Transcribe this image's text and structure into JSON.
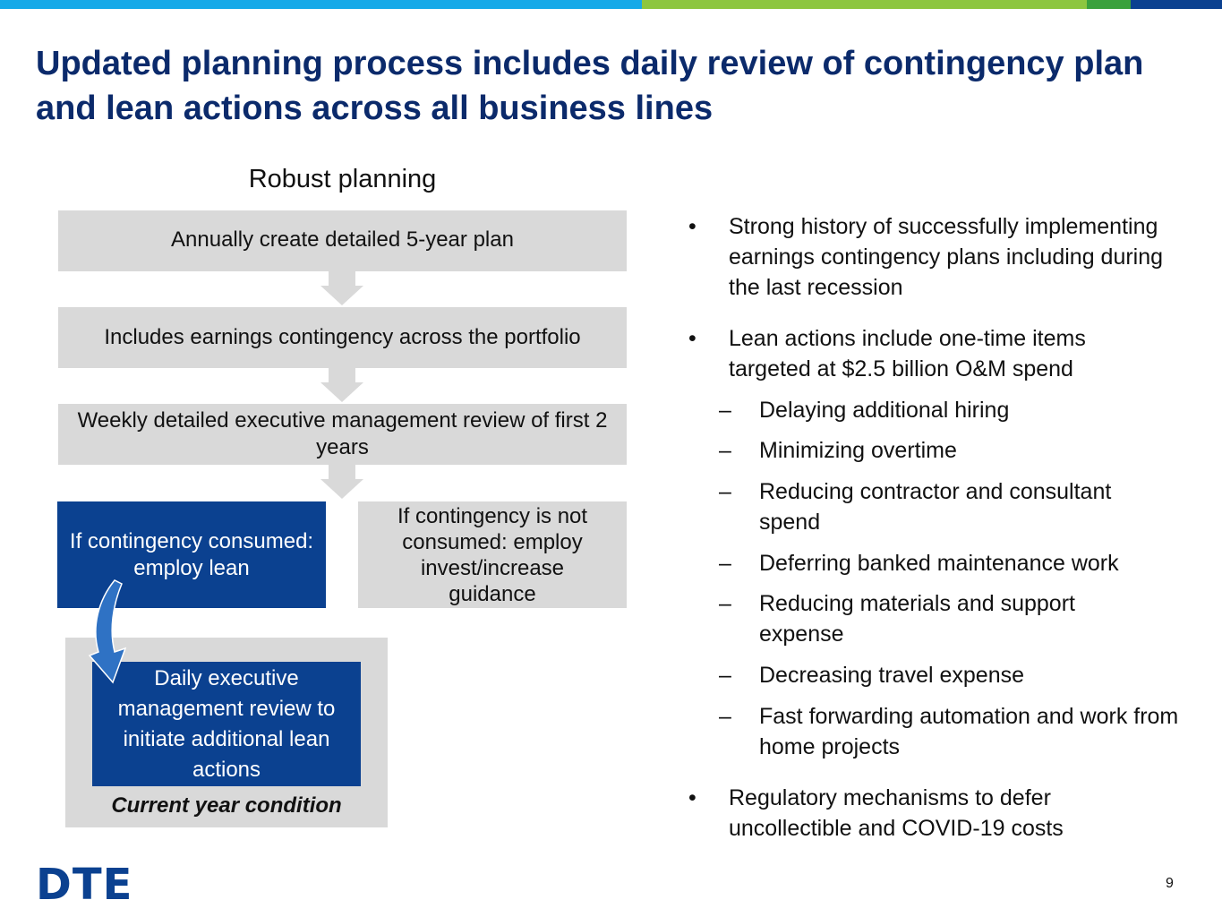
{
  "colors": {
    "bar_blue": "#16a9e8",
    "bar_green": "#8dc63f",
    "bar_dark_green": "#3aa13c",
    "bar_navy": "#0b4190",
    "box_grey": "#d9d9d9",
    "box_blue": "#0b4190"
  },
  "title": "Updated planning process includes daily review of contingency plan and lean actions across all business lines",
  "flow": {
    "heading": "Robust planning",
    "step1": "Annually create detailed 5-year plan",
    "step2": "Includes earnings contingency across the portfolio",
    "step3": "Weekly detailed executive management review of first 2 years",
    "branch_consumed": "If contingency consumed: employ lean",
    "branch_not_consumed": "If contingency is not consumed: employ invest/increase guidance",
    "daily_review": "Daily executive management review to initiate additional lean actions",
    "condition_label": "Current year condition"
  },
  "bullets": {
    "b1": "Strong history of successfully implementing earnings contingency plans including during the last recession",
    "b2": "Lean actions include one-time items targeted at $2.5 billion O&M spend",
    "subs": [
      "Delaying additional hiring",
      "Minimizing overtime",
      "Reducing contractor and consultant spend",
      "Deferring banked maintenance work",
      "Reducing materials and support expense",
      "Decreasing travel expense",
      "Fast forwarding automation and work from home projects"
    ],
    "b3": "Regulatory mechanisms to defer uncollectible and COVID-19 costs",
    "bullet_char": "•",
    "dash_char": "–"
  },
  "footer": {
    "logo": "DTE",
    "page_number": "9"
  }
}
